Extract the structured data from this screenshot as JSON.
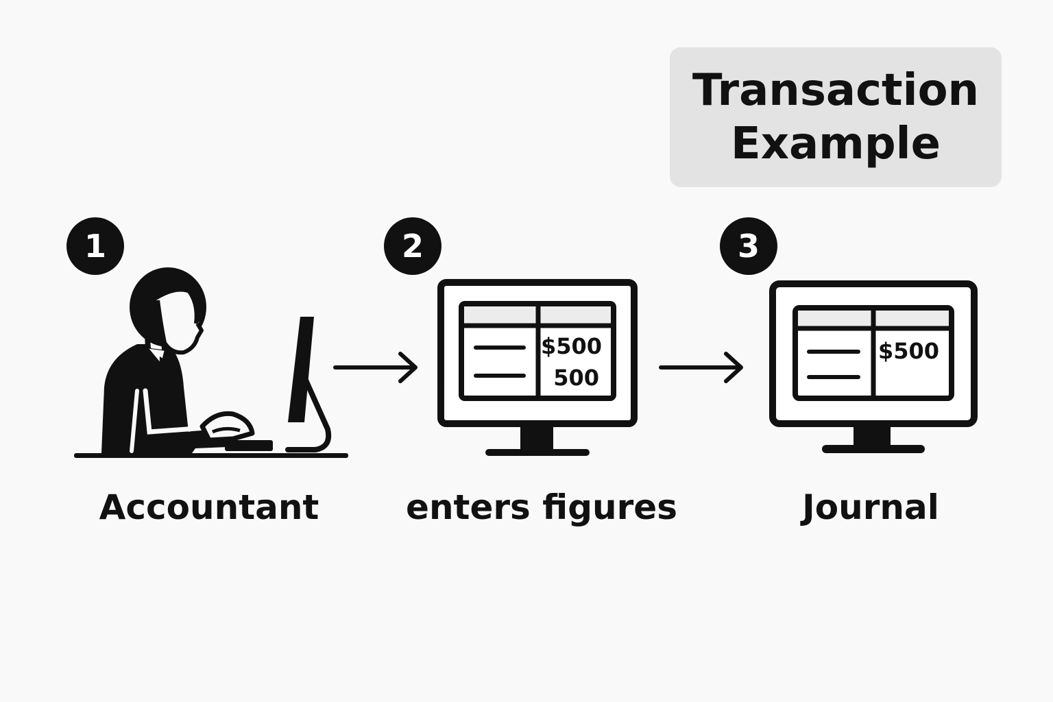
{
  "title": "Transaction\nExample",
  "steps": [
    {
      "number": "1",
      "label": "Accountant"
    },
    {
      "number": "2",
      "label": "enters figures",
      "amounts": [
        "$500",
        "500"
      ]
    },
    {
      "number": "3",
      "label": "Journal",
      "amounts": [
        "$500"
      ]
    }
  ],
  "colors": {
    "ink": "#111111",
    "background": "#f9f9f9",
    "title_box": "#e3e3e3",
    "table_header": "#ececec"
  }
}
